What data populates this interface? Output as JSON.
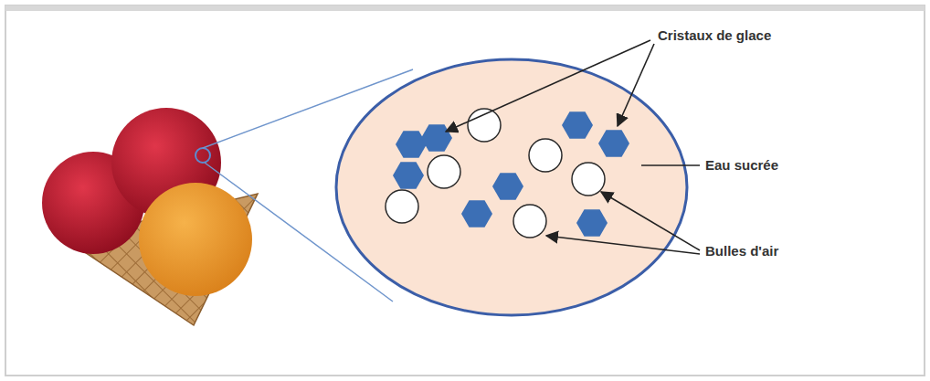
{
  "diagram": {
    "labels": [
      "Cristaux de glace",
      "Eau sucrée",
      "Bulles d'air"
    ]
  }
}
